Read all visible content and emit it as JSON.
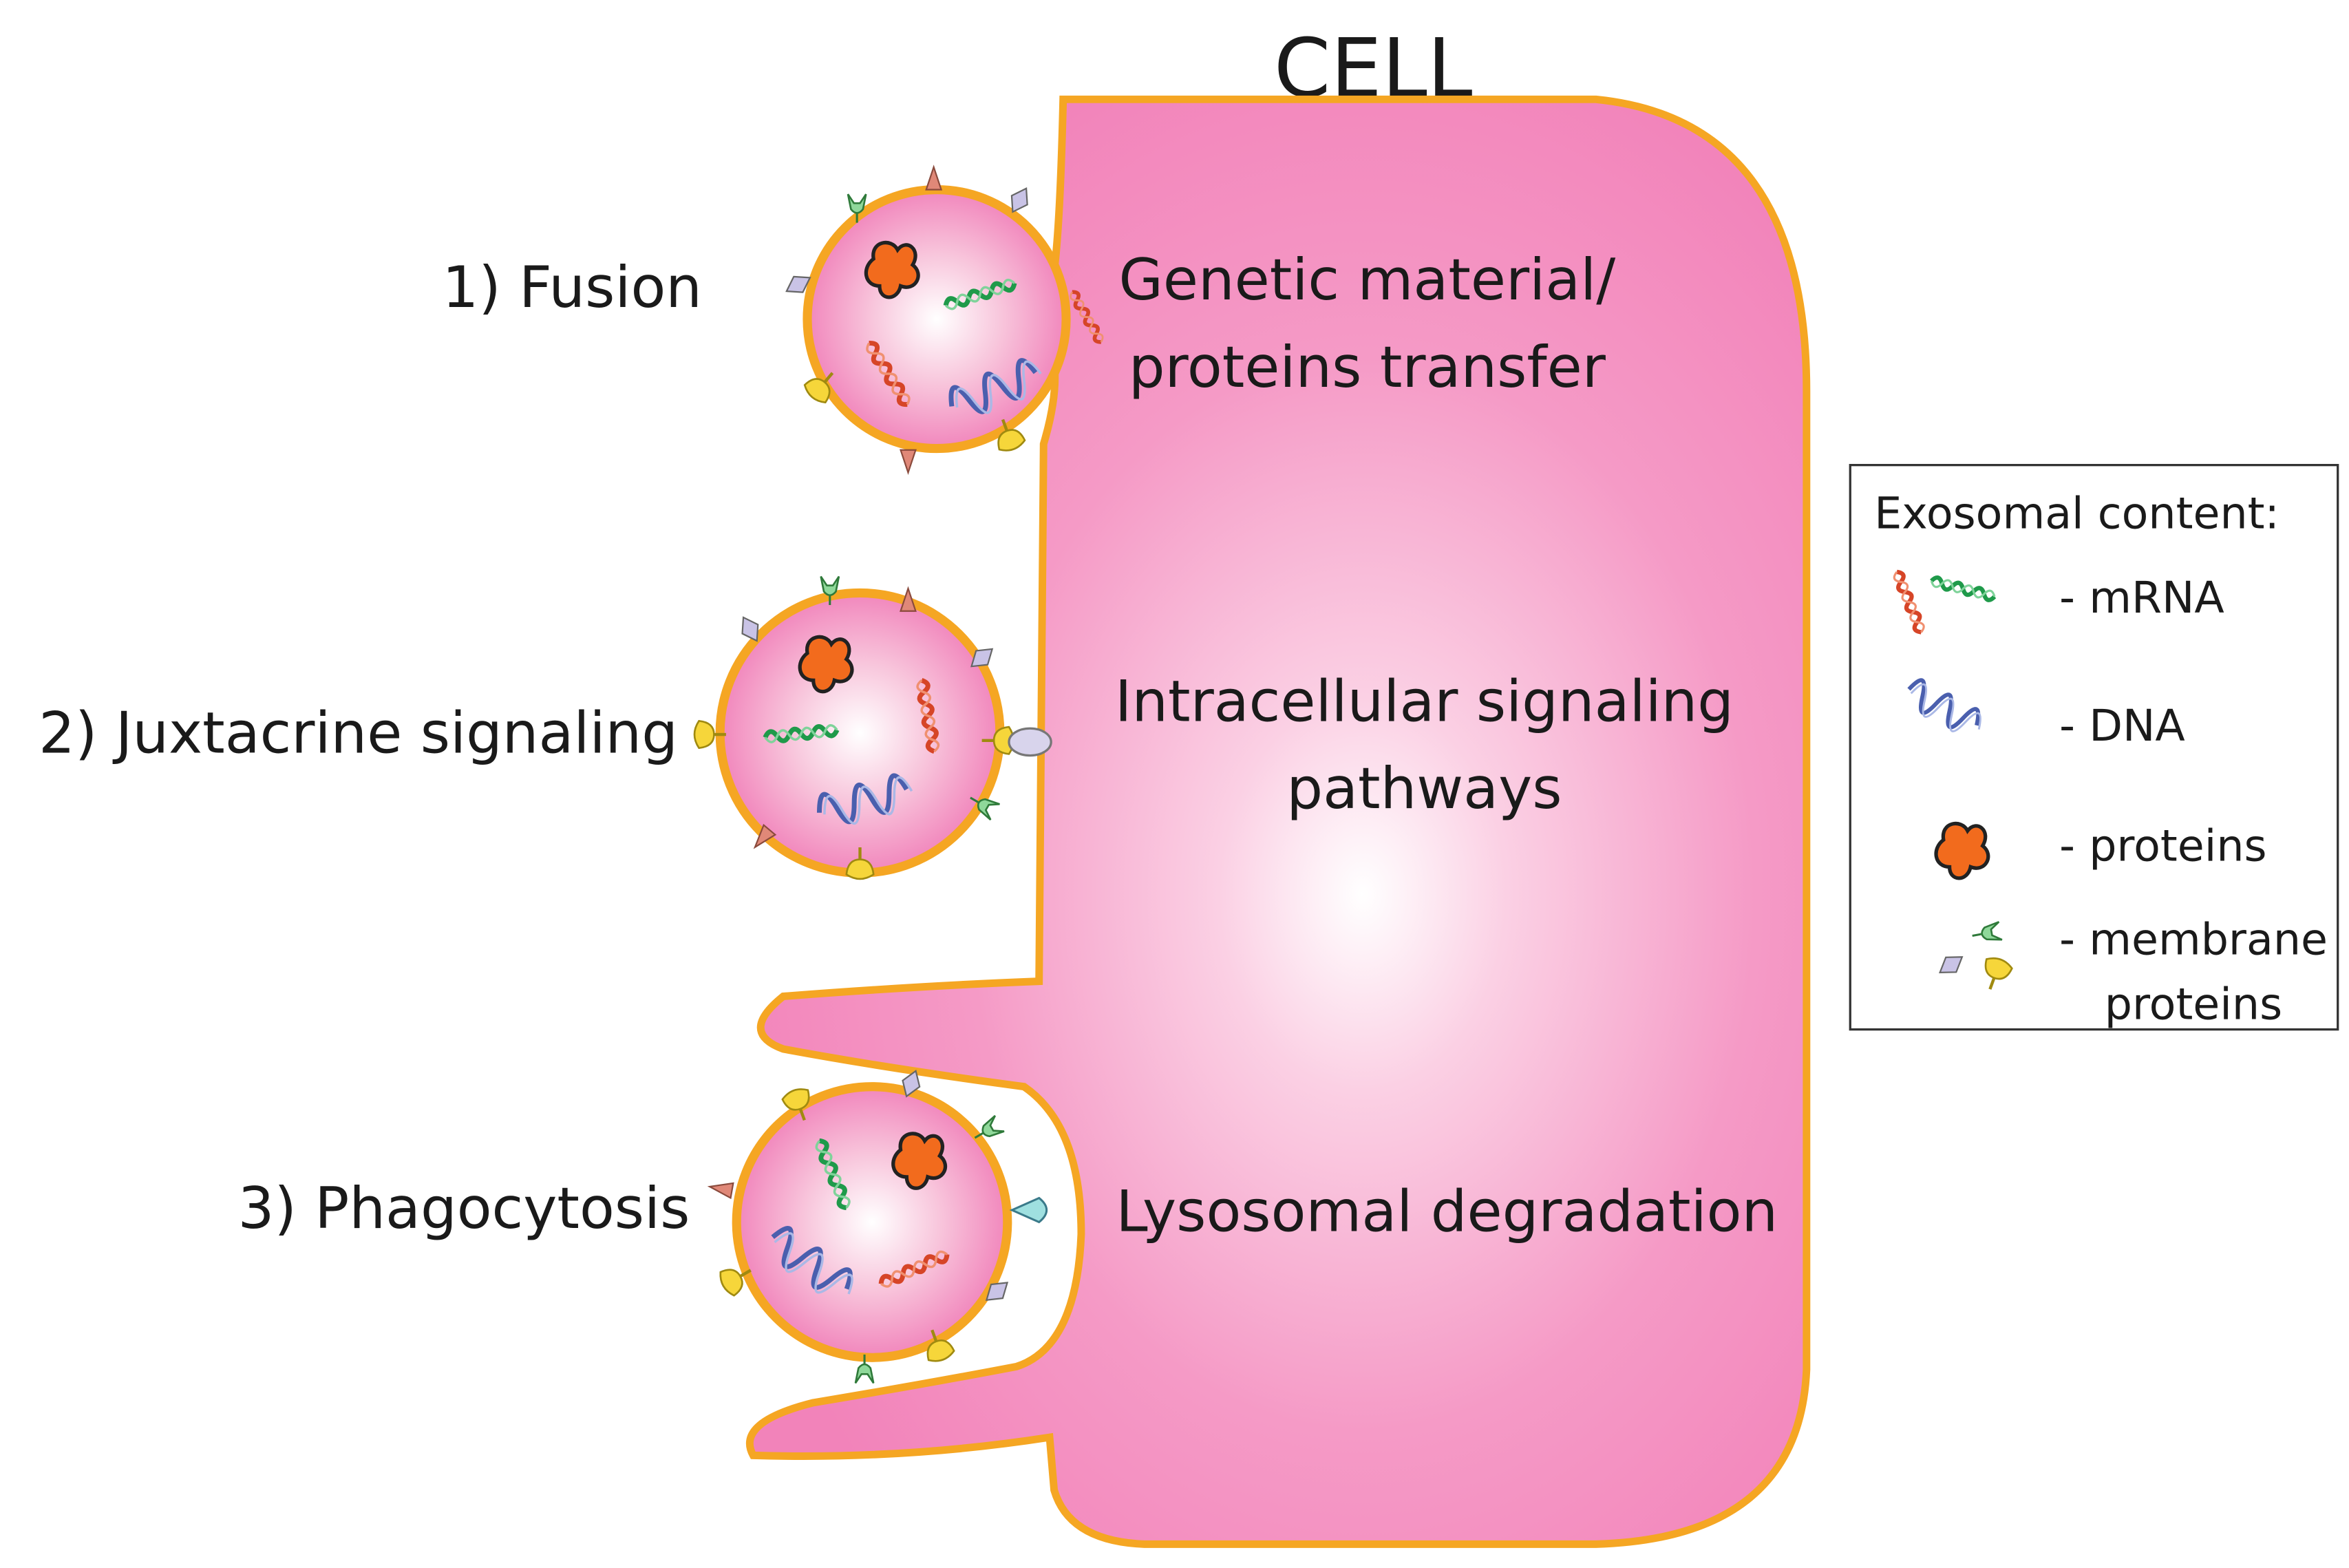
{
  "title": "CELL",
  "mechanisms": [
    {
      "label": "1) Fusion",
      "outcome_lines": [
        "Genetic material/",
        "proteins transfer"
      ]
    },
    {
      "label": "2) Juxtacrine signaling",
      "outcome_lines": [
        "Intracellular signaling",
        "pathways"
      ]
    },
    {
      "label": "3) Phagocytosis",
      "outcome_lines": [
        "Lysosomal degradation"
      ]
    }
  ],
  "legend": {
    "title": "Exosomal content:",
    "items": [
      {
        "label": "- mRNA",
        "icon": "mrna-icon"
      },
      {
        "label": "- DNA",
        "icon": "dna-icon"
      },
      {
        "label": "- proteins",
        "icon": "protein-icon"
      },
      {
        "label": "- membrane",
        "label2": "proteins",
        "icon": "membrane-protein-icon"
      }
    ]
  },
  "colors": {
    "cell_pink": "#f487bc",
    "membrane_orange": "#f5a623",
    "protein_orange": "#f26b1d",
    "mrna_red": "#d64527",
    "mrna_green": "#1f9a4a",
    "dna_blue": "#4a5fae",
    "receptor_yellow": "#f6d63a",
    "receptor_lilac": "#c3bde0",
    "receptor_mint": "#8fd89a",
    "receptor_salmon": "#e08878"
  }
}
